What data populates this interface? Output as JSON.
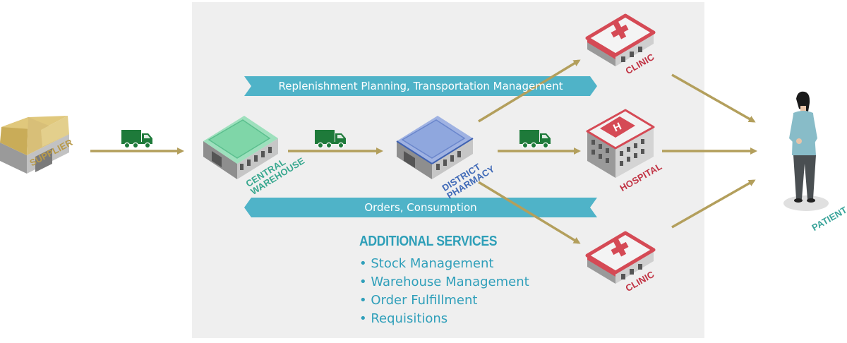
{
  "nodes": {
    "supplier": "SUPPLIER",
    "central_warehouse": [
      "CENTRAL",
      "WAREHOUSE"
    ],
    "district_pharmacy": [
      "DISTRICT",
      "PHARMACY"
    ],
    "clinic_top": "CLINIC",
    "hospital": "HOSPITAL",
    "clinic_bottom": "CLINIC",
    "patient": "PATIENT"
  },
  "banners": {
    "forward": "Replenishment Planning, Transportation Management",
    "backward": "Orders, Consumption"
  },
  "additional_services": {
    "heading": "ADDITIONAL SERVICES",
    "items": [
      "Stock Management",
      "Warehouse Management",
      "Order Fulfillment",
      "Requisitions"
    ]
  },
  "colors": {
    "panel": "#efefef",
    "arrow": "#b39f5c",
    "banner": "#4fb3c8",
    "truck": "#1e7a3a",
    "supplier_roof": "#d8bf78",
    "warehouse_roof": "#7fd6a8",
    "pharmacy_roof": "#8fa7de",
    "clinic_red": "#d54a55"
  },
  "icons": [
    "truck-icon",
    "supplier-building-icon",
    "warehouse-building-icon",
    "pharmacy-building-icon",
    "clinic-building-icon",
    "hospital-building-icon",
    "patient-figure-icon"
  ]
}
